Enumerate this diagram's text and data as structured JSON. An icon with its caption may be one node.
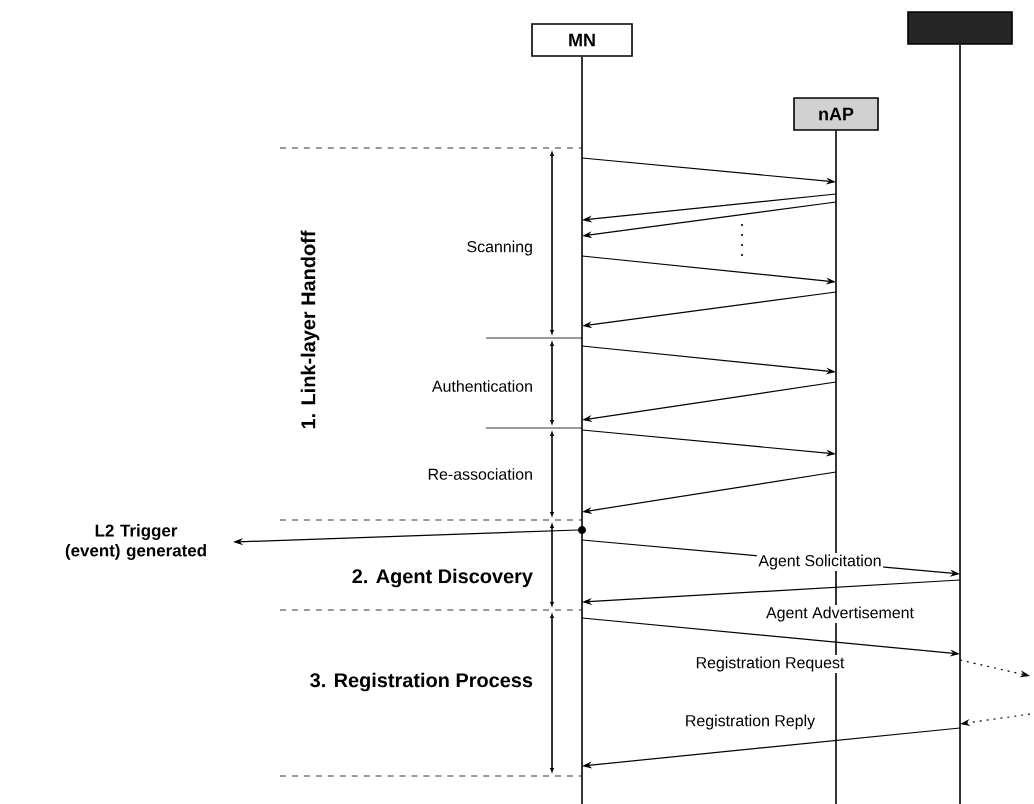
{
  "diagram": {
    "nodes": [
      {
        "text": [
          "MN"
        ]
      },
      {
        "text": [
          "nAP"
        ]
      },
      {
        "text": [],
        "shape": "box"
      },
      {
        "text": [
          "L2 Trigger (event) generated"
        ]
      }
    ],
    "edges": [
      {
        "from": 0,
        "to": 1,
        "arrow": "to"
      },
      {
        "from": 1,
        "to": 0,
        "arrow": "to"
      },
      {
        "from": 1,
        "to": 0,
        "arrow": "to"
      },
      {
        "from": 0,
        "to": 1,
        "arrow": "to"
      },
      {
        "from": 1,
        "to": 0,
        "arrow": "to"
      },
      {
        "from": 0,
        "to": 1,
        "arrow": "to"
      },
      {
        "from": 1,
        "to": 0,
        "arrow": "to"
      },
      {
        "from": 0,
        "to": 1,
        "arrow": "to"
      },
      {
        "from": 1,
        "to": 0,
        "arrow": "to"
      },
      {
        "from": 0,
        "to": 3,
        "arrow": "to"
      },
      {
        "from": 0,
        "to": 2,
        "arrow": "to",
        "label": "Agent Solicitation"
      },
      {
        "from": 2,
        "to": 0,
        "arrow": "to",
        "label": "Agent Advertisement"
      },
      {
        "from": 0,
        "to": 2,
        "arrow": "to",
        "label": "Registration Request"
      },
      {
        "from": 2,
        "to": null,
        "arrow": "to",
        "style": "dashed"
      },
      {
        "from": null,
        "to": 2,
        "arrow": "to",
        "style": "dashed"
      },
      {
        "from": 2,
        "to": 0,
        "arrow": "to",
        "label": "Registration Reply"
      }
    ],
    "labels": [
      "1. Link-layer Handoff",
      "Scanning",
      "Authentication",
      "Re-association",
      "2. Agent Discovery",
      "3. Registration Process"
    ]
  }
}
